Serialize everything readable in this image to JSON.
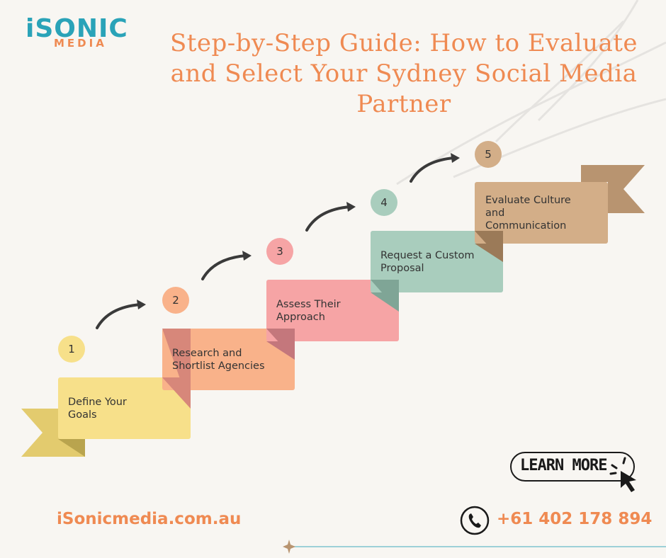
{
  "brand": {
    "logo_top": "iSONIC",
    "logo_bottom": "MEDIA"
  },
  "title": "Step-by-Step Guide: How to Evaluate and Select Your Sydney Social Media Partner",
  "steps": [
    {
      "number": "1",
      "label": "Define Your Goals",
      "color": "#f7e08a"
    },
    {
      "number": "2",
      "label": "Research and Shortlist Agencies",
      "color": "#f9b28a"
    },
    {
      "number": "3",
      "label": "Assess Their Approach",
      "color": "#f6a4a5"
    },
    {
      "number": "4",
      "label": "Request a Custom Proposal",
      "color": "#a9cdbd"
    },
    {
      "number": "5",
      "label": "Evaluate Culture and Communication",
      "color": "#d3ae88"
    }
  ],
  "cta": {
    "label": "LEARN MORE"
  },
  "footer": {
    "website": "iSonicmedia.com.au",
    "phone": "+61 402 178 894"
  },
  "colors": {
    "accent": "#ef8a52",
    "brand": "#2aa3b8",
    "text": "#333333"
  }
}
